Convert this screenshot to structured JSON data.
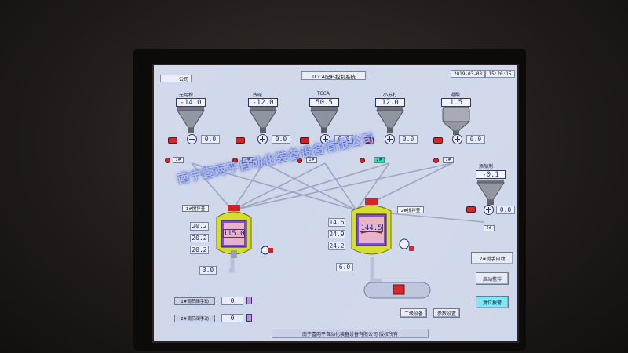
{
  "header": {
    "company_label": "公司",
    "title": "TCCA配料控制系统",
    "date": "2019-03-08",
    "time": "15:20:15"
  },
  "hoppers": [
    {
      "name": "无用粉",
      "pv": "-14.0",
      "setpoint": "0.0",
      "feeder_tag": "1#"
    },
    {
      "name": "残碱",
      "pv": "-12.0",
      "setpoint": "0.0",
      "feeder_tag": "1#"
    },
    {
      "name": "TCCA",
      "pv": "50.5",
      "setpoint": "0.0",
      "feeder_tag": "1#"
    },
    {
      "name": "小苏打",
      "pv": "12.0",
      "setpoint": "0.0",
      "feeder_tag": "2#"
    },
    {
      "name": "硼酸",
      "pv": "1.5",
      "setpoint": "0.0",
      "feeder_tag": "1#"
    },
    {
      "name": "添加剂",
      "pv": "-0.1",
      "setpoint": "0.0",
      "feeder_tag": "2#"
    }
  ],
  "mixer1": {
    "label": "1#搅拌釜",
    "weight": "115.0",
    "values": [
      "20.2",
      "20.2",
      "20.2"
    ],
    "output": "3.0"
  },
  "mixer2": {
    "label": "2#搅拌釜",
    "weight": "144.5",
    "values": [
      "14.5",
      "24.9",
      "24.2"
    ],
    "output": "6.0"
  },
  "regulators": [
    {
      "label": "1#调节阀手动",
      "value": "0"
    },
    {
      "label": "2#调节阀手动",
      "value": "0"
    }
  ],
  "buttons": {
    "manual_auto": "2#搅手自动",
    "start_mix": "启动搅拌",
    "reset_alarm": "复位报警",
    "secondary_settings": "二级设备",
    "param_settings": "参数设置"
  },
  "footer": {
    "copyright": "南宁壹两平自动化装备设备有限公司  版权所有"
  },
  "watermark": "南宁壹两平自动化装备设备有限公司",
  "colors": {
    "screen_bg": "#cfd7ea",
    "pv_text": "#1a2a9a",
    "alarm_red": "#d21f1f",
    "reset_button": "#7be9f4",
    "active_tag": "#29e0a6"
  }
}
